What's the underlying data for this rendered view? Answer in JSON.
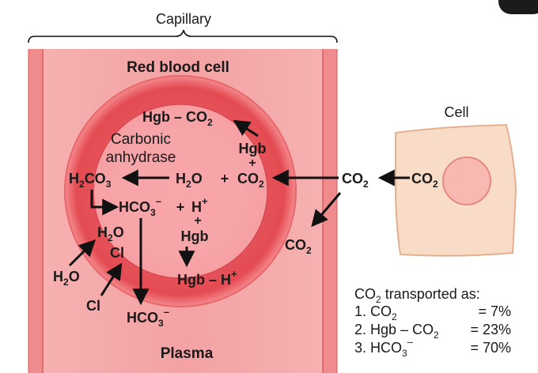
{
  "capillary_label": "Capillary",
  "rbc_label": "Red blood cell",
  "plasma_label": "Plasma",
  "cell_label": "Cell",
  "enzyme_label_1": "Carbonic",
  "enzyme_label_2": "anhydrase",
  "species": {
    "hgb_co2": "Hgb – CO",
    "hgb": "Hgb",
    "plus": "+",
    "h2co3": "H",
    "h2o": "H",
    "co2": "CO",
    "hco3": "HCO",
    "h_plus": "H",
    "hgb_h": "Hgb – H",
    "cl": "Cl",
    "sub2": "2",
    "sub3": "3",
    "sup_minus": "–",
    "sup_plus": "+",
    "o": "O",
    "co3": "CO"
  },
  "transport": {
    "title_pre": "CO",
    "title_sub": "2",
    "title_post": " transported as:",
    "rows": [
      {
        "label": "1. CO",
        "sub": "2",
        "sup": "",
        "percent": "=   7%"
      },
      {
        "label": "2. Hgb – CO",
        "sub": "2",
        "sup": "",
        "percent": "= 23%"
      },
      {
        "label": "3. HCO",
        "sub": "3",
        "sup": "–",
        "percent": "= 70%"
      }
    ]
  },
  "colors": {
    "capillary_wall": "#f08a8c",
    "capillary_inner": "#f5b4b4",
    "rbc_outer": "#e2434b",
    "rbc_inner": "#f7a2a6",
    "cell_fill": "#f8dcc7",
    "cell_stroke": "#e0a98a",
    "nucleus_fill": "#f6b7ae",
    "nucleus_stroke": "#e0857a",
    "arrow": "#111111"
  }
}
